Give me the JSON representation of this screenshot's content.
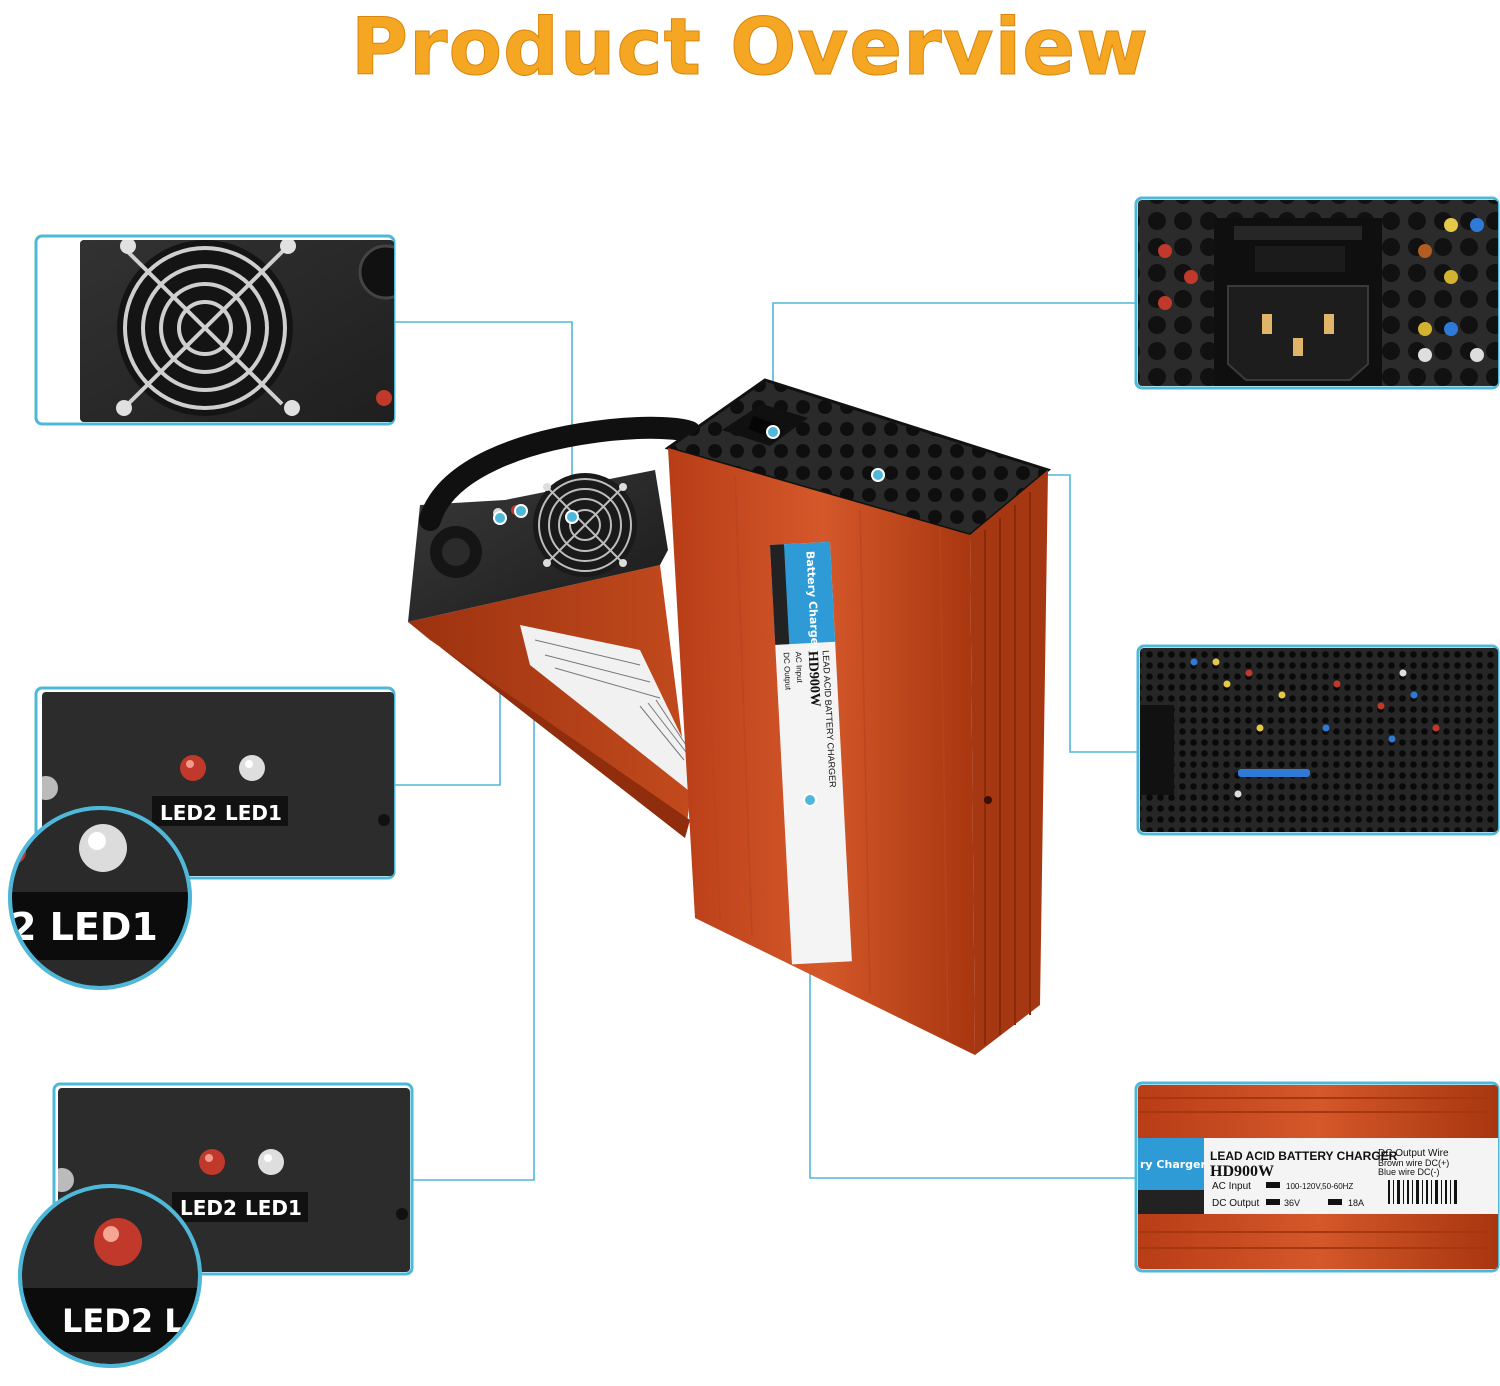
{
  "title": "Product Overview",
  "colors": {
    "title": "#f5a623",
    "accent_line": "#4fb8d9",
    "case_orange": "#c8471c",
    "case_black": "#1f1f1f",
    "label_blue": "#2f9bd6"
  },
  "icons": [
    "fan-icon",
    "led-indicator-icon",
    "ac-socket-icon",
    "vent-grille-icon"
  ],
  "callouts": {
    "led_panel_1": {
      "led2": "LED2",
      "led1": "LED1",
      "zoom_text": "2 LED1"
    },
    "led_panel_2": {
      "led2": "LED2",
      "led1": "LED1",
      "zoom_text": "LED2  L"
    }
  },
  "product_label": {
    "brand": "Battery Charger",
    "brand_short": "ry Charger",
    "line1": "LEAD ACID BATTERY CHARGER",
    "model": "HD900W",
    "ac_input_label": "AC Input",
    "ac_input_value": "100-120V,50-60HZ",
    "dc_output_label": "DC Output",
    "dc_voltage": "36V",
    "dc_current": "18A",
    "wire_title": "DC Output Wire",
    "wire_brown": "Brown wire DC(+)",
    "wire_blue": "Blue wire DC(-)"
  }
}
